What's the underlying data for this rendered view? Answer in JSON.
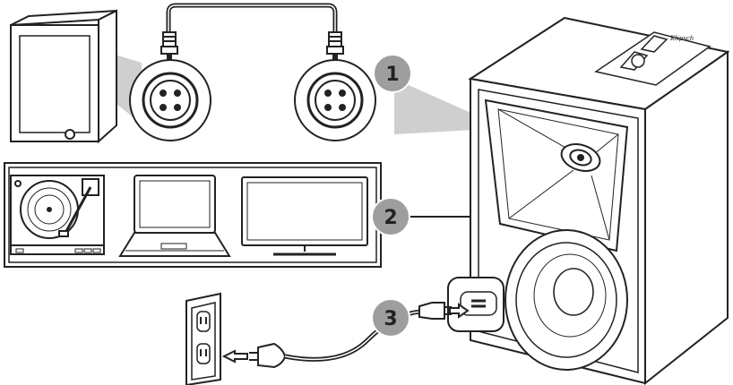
{
  "steps": [
    {
      "number": "1"
    },
    {
      "number": "2"
    },
    {
      "number": "3"
    }
  ],
  "speaker_badge": "Klipsch",
  "colors": {
    "line": "#222222",
    "step_badge": "#9e9e9e",
    "callout_fill": "#cfcfcf",
    "background": "#ffffff"
  },
  "icons": [
    "passive-speaker-icon",
    "four-pin-connector-icon",
    "connector-plug-icon",
    "turntable-icon",
    "laptop-icon",
    "tv-icon",
    "wall-outlet-icon",
    "power-plug-icon",
    "powered-speaker-icon",
    "power-inlet-icon"
  ]
}
